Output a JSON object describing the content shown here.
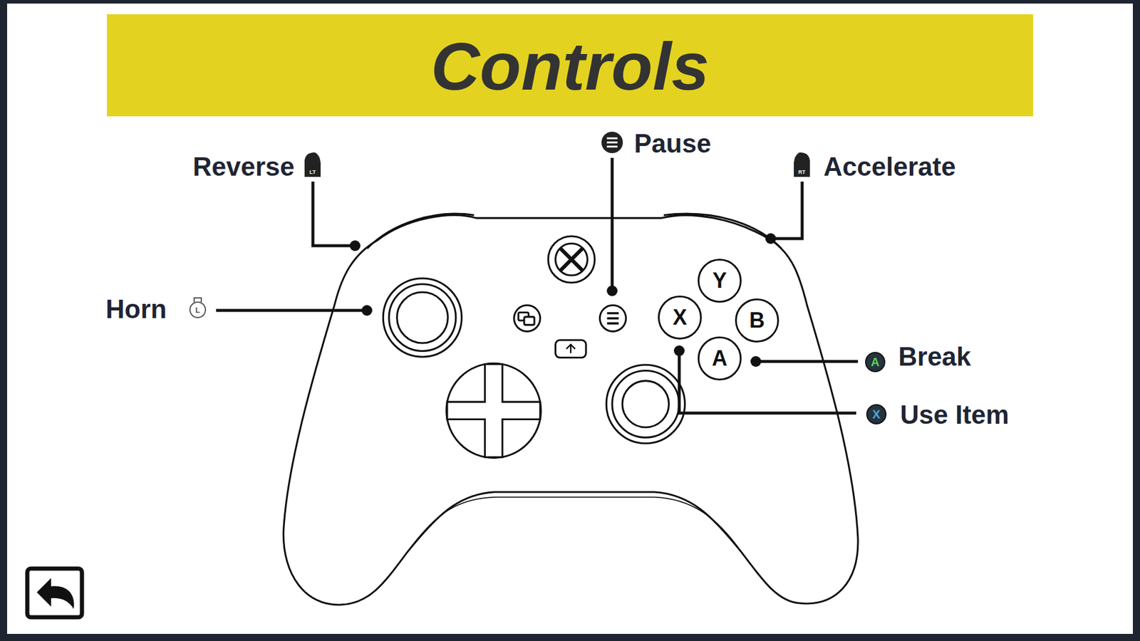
{
  "diagram": {
    "title": "Controls",
    "nodes": [
      {
        "text": [
          "Y"
        ]
      },
      {
        "text": [
          "X"
        ]
      },
      {
        "text": [
          "B"
        ]
      },
      {
        "text": [
          "A"
        ]
      },
      {
        "text": [
          "A"
        ]
      },
      {
        "text": [
          "X"
        ]
      }
    ],
    "labels": [
      "Reverse",
      "LT",
      "Pause",
      "Accelerate",
      "RT",
      "Horn",
      "L",
      "Break",
      "Use Item"
    ]
  }
}
